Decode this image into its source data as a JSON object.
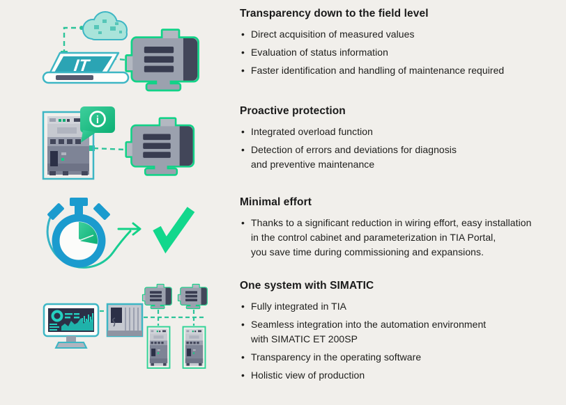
{
  "page": {
    "background": "#f1efeb",
    "text_color": "#1d1d1b"
  },
  "colors": {
    "teal_outline": "#3db6c4",
    "green_outline": "#12d287",
    "dashed_line": "#2cc49a",
    "laptop_screen": "#2ba4b4",
    "cloud_fill": "#a9e4da",
    "bubble_green": "#14b77c",
    "stopwatch_blue": "#1b9bce",
    "checkmark_green": "#12d78c",
    "motor_body_gray": "#9ba1ae",
    "motor_dark": "#424659",
    "screen_dark_navy": "#2c3047"
  },
  "illustrations": {
    "laptop_screen_label": "IT",
    "info_bubble_glyph": "i"
  },
  "sections": [
    {
      "id": "transparency",
      "icon": "laptop-cloud-motor-icon",
      "heading": "Transparency down to the field level",
      "bullets": [
        {
          "lines": [
            "Direct acquisition of measured values"
          ]
        },
        {
          "lines": [
            "Evaluation of status information"
          ]
        },
        {
          "lines": [
            "Faster identification and handling of maintenance required"
          ]
        }
      ]
    },
    {
      "id": "protection",
      "icon": "plc-info-bubble-motor-icon",
      "heading": "Proactive protection",
      "bullets": [
        {
          "lines": [
            "Integrated overload function"
          ]
        },
        {
          "lines": [
            "Detection of errors and deviations for diagnosis",
            "and preventive maintenance"
          ]
        }
      ]
    },
    {
      "id": "effort",
      "icon": "stopwatch-checkmark-icon",
      "heading": "Minimal effort",
      "bullets": [
        {
          "lines": [
            "Thanks to a significant reduction in wiring effort, easy installation",
            "in the control cabinet and parameterization in TIA Portal,",
            "you save time during commissioning and expansions."
          ]
        }
      ]
    },
    {
      "id": "simatic",
      "icon": "monitor-plc-network-icon",
      "heading": "One system with SIMATIC",
      "bullets": [
        {
          "lines": [
            "Fully integrated in TIA"
          ]
        },
        {
          "lines": [
            "Seamless integration into the automation environment",
            "with SIMATIC ET 200SP"
          ]
        },
        {
          "lines": [
            "Transparency in the operating software"
          ]
        },
        {
          "lines": [
            "Holistic view of production"
          ]
        }
      ]
    }
  ]
}
